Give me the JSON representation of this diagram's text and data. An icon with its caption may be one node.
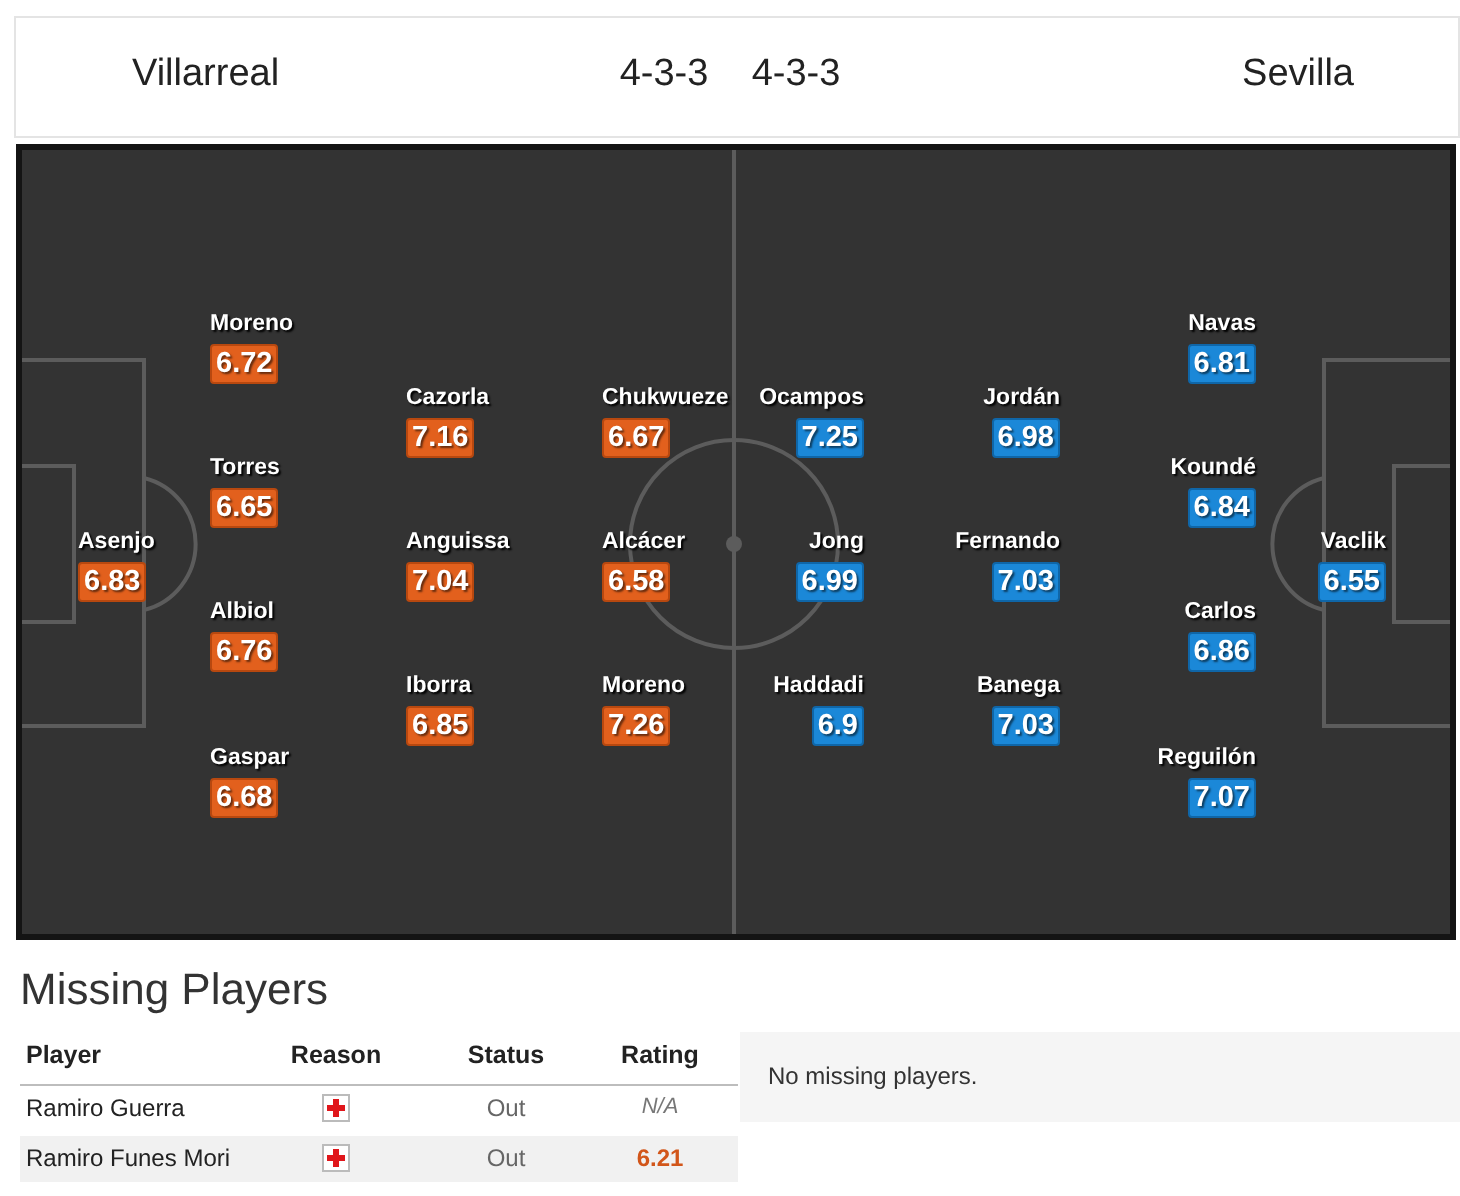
{
  "diagram": {
    "nodes": [
      {
        "text": [
          "Asenjo",
          "6.83"
        ]
      },
      {
        "text": [
          "Moreno",
          "6.72"
        ]
      },
      {
        "text": [
          "Torres",
          "6.65"
        ]
      },
      {
        "text": [
          "Albiol",
          "6.76"
        ]
      },
      {
        "text": [
          "Gaspar",
          "6.68"
        ]
      },
      {
        "text": [
          "Cazorla",
          "7.16"
        ]
      },
      {
        "text": [
          "Anguissa",
          "7.04"
        ]
      },
      {
        "text": [
          "Iborra",
          "6.85"
        ]
      },
      {
        "text": [
          "Chukwueze",
          "6.67"
        ]
      },
      {
        "text": [
          "Alcácer",
          "6.58"
        ]
      },
      {
        "text": [
          "Moreno",
          "7.26"
        ]
      },
      {
        "text": [
          "Ocampos",
          "7.25"
        ]
      },
      {
        "text": [
          "Jong",
          "6.99"
        ]
      },
      {
        "text": [
          "Haddadi",
          "6.9"
        ]
      },
      {
        "text": [
          "Jordán",
          "6.98"
        ]
      },
      {
        "text": [
          "Fernando",
          "7.03"
        ]
      },
      {
        "text": [
          "Banega",
          "7.03"
        ]
      },
      {
        "text": [
          "Navas",
          "6.81"
        ]
      },
      {
        "text": [
          "Koundé",
          "6.84"
        ]
      },
      {
        "text": [
          "Carlos",
          "6.86"
        ]
      },
      {
        "text": [
          "Reguilón",
          "7.07"
        ]
      },
      {
        "text": [
          "Vaclik",
          "6.55"
        ]
      }
    ],
    "labels": [
      "Villarreal",
      "4-3-3",
      "4-3-3",
      "Sevilla",
      "Missing Players",
      "Player",
      "Reason",
      "Status",
      "Rating",
      "Ramiro Guerra",
      "Out",
      "N/A",
      "Ramiro Funes Mori",
      "Out",
      "6.21",
      "No missing players."
    ]
  }
}
